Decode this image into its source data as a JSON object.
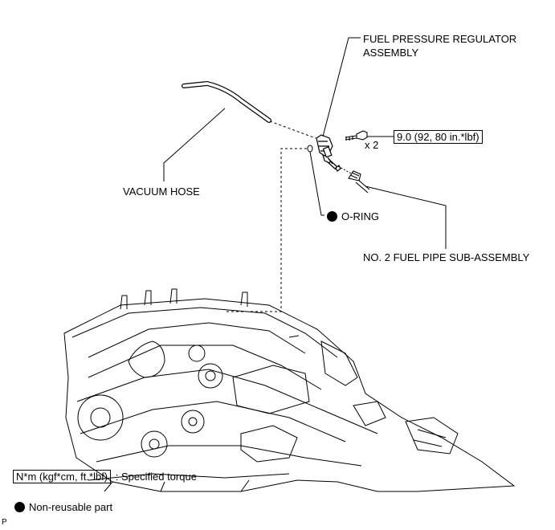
{
  "labels": {
    "regulator_line1": "FUEL PRESSURE REGULATOR",
    "regulator_line2": "ASSEMBLY",
    "vacuum_hose": "VACUUM HOSE",
    "o_ring": "O-RING",
    "fuel_pipe": "NO. 2 FUEL PIPE SUB-ASSEMBLY",
    "bolt_qty": "x 2",
    "torque_value": "9.0 (92, 80 in.*lbf)"
  },
  "legend": {
    "torque_box": "N*m (kgf*cm, ft.*lbf)",
    "torque_desc": ": Specified torque",
    "nonreusable": "Non-reusable part"
  },
  "corner_code": "P",
  "colors": {
    "ink": "#000000",
    "paper": "#ffffff"
  }
}
